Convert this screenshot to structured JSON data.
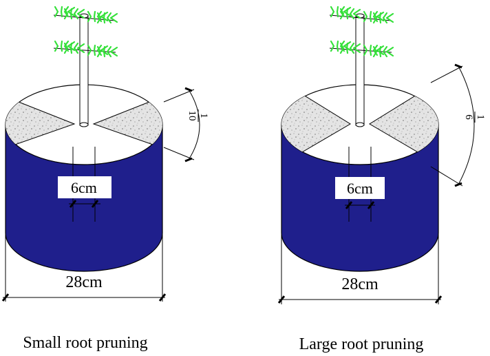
{
  "colors": {
    "pot_body": "#1f1f8c",
    "pot_outline": "#000000",
    "foliage": "#35e03a",
    "speckle_fill": "#e2e2e2",
    "background": "#ffffff"
  },
  "left_pot": {
    "gap_label": "6cm",
    "diameter_label": "28cm",
    "fraction_numerator": "1",
    "fraction_denominator": "10",
    "caption": "Small root pruning"
  },
  "right_pot": {
    "gap_label": "6cm",
    "diameter_label": "28cm",
    "fraction_numerator": "1",
    "fraction_denominator": "6",
    "caption": "Large root pruning"
  }
}
